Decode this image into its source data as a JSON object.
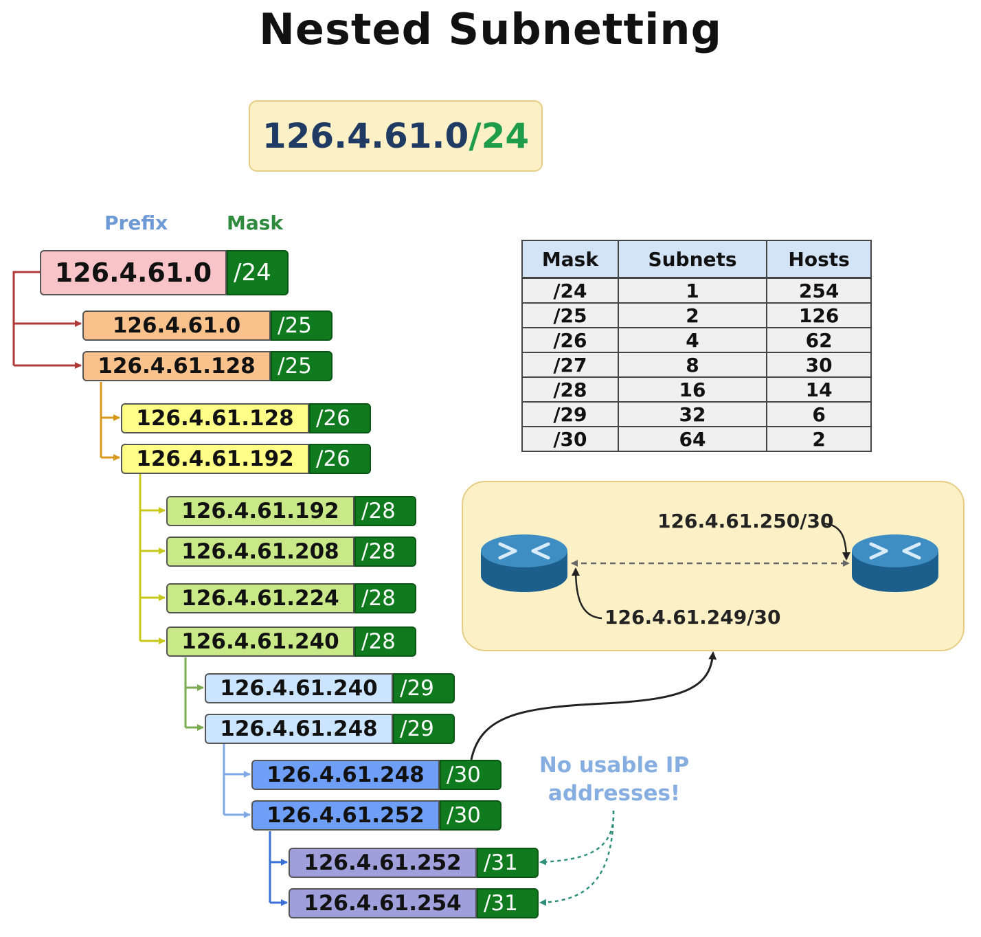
{
  "title": "Nested Subnetting",
  "main_network": {
    "address": "126.4.61.0",
    "mask": "/24"
  },
  "columns": {
    "prefix": "Prefix",
    "mask": "Mask"
  },
  "subnets": [
    {
      "address": "126.4.61.0",
      "mask": "/24"
    },
    {
      "address": "126.4.61.0",
      "mask": "/25"
    },
    {
      "address": "126.4.61.128",
      "mask": "/25"
    },
    {
      "address": "126.4.61.128",
      "mask": "/26"
    },
    {
      "address": "126.4.61.192",
      "mask": "/26"
    },
    {
      "address": "126.4.61.192",
      "mask": "/28"
    },
    {
      "address": "126.4.61.208",
      "mask": "/28"
    },
    {
      "address": "126.4.61.224",
      "mask": "/28"
    },
    {
      "address": "126.4.61.240",
      "mask": "/28"
    },
    {
      "address": "126.4.61.240",
      "mask": "/29"
    },
    {
      "address": "126.4.61.248",
      "mask": "/29"
    },
    {
      "address": "126.4.61.248",
      "mask": "/30"
    },
    {
      "address": "126.4.61.252",
      "mask": "/30"
    },
    {
      "address": "126.4.61.252",
      "mask": "/31"
    },
    {
      "address": "126.4.61.254",
      "mask": "/31"
    }
  ],
  "table": {
    "headers": [
      "Mask",
      "Subnets",
      "Hosts"
    ],
    "rows": [
      [
        "/24",
        "1",
        "254"
      ],
      [
        "/25",
        "2",
        "126"
      ],
      [
        "/26",
        "4",
        "62"
      ],
      [
        "/27",
        "8",
        "30"
      ],
      [
        "/28",
        "16",
        "14"
      ],
      [
        "/29",
        "32",
        "6"
      ],
      [
        "/30",
        "64",
        "2"
      ]
    ]
  },
  "topology": {
    "router_right_ip": "126.4.61.250/30",
    "router_left_ip": "126.4.61.249/30"
  },
  "note": {
    "line1": "No usable IP",
    "line2": "addresses!"
  },
  "colors": {
    "level_24": "#f8c4c8",
    "level_25": "#f9c18c",
    "level_26": "#ffff88",
    "level_28": "#c9e888",
    "level_29": "#cce5ff",
    "level_30": "#6f9ef7",
    "level_31": "#9f9fdc",
    "mask_green": "#107a1e"
  }
}
